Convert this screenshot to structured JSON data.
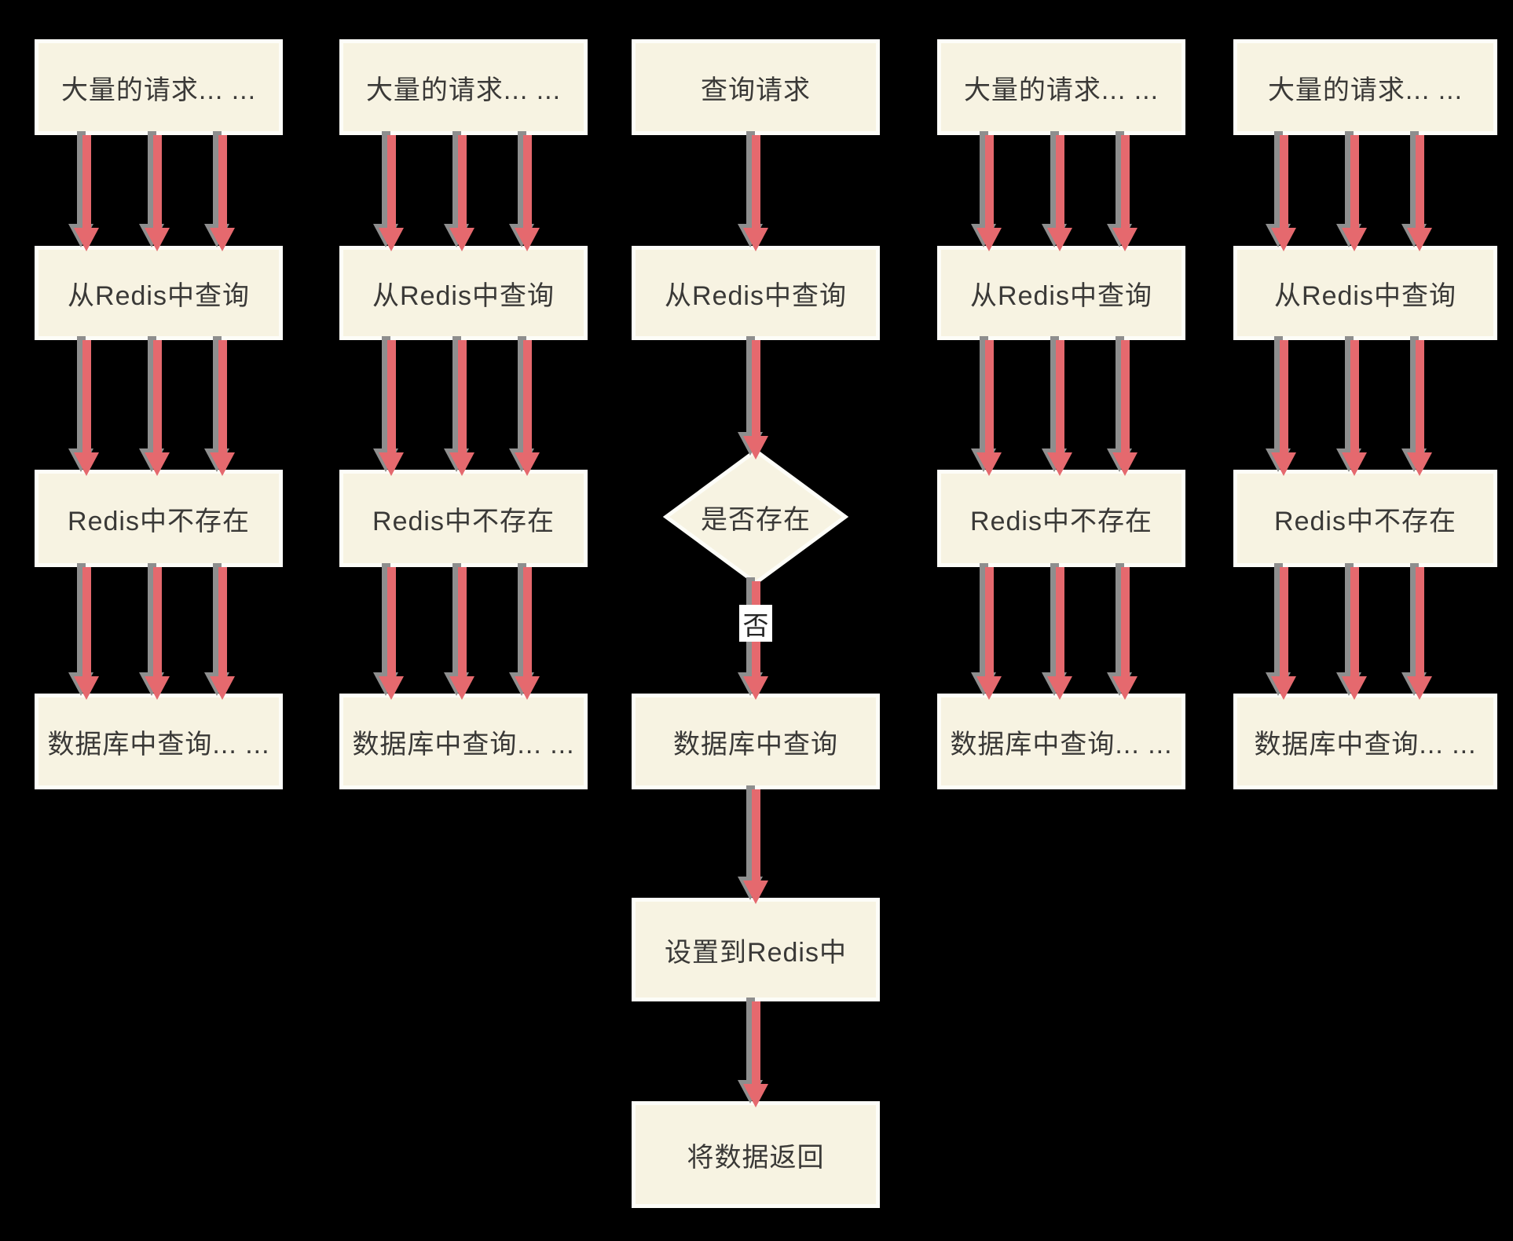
{
  "diagram": {
    "description": "Redis cache penetration flowchart",
    "colors": {
      "background": "#000000",
      "box_fill": "#F7F3E2",
      "box_border": "#FDFDF8",
      "arrow": "#E5696E",
      "arrow_shadow": "#8E8E8E",
      "text": "#3A3937"
    },
    "columns": [
      {
        "id": "flow-left-1",
        "nodes": [
          "大量的请求... ...",
          "从Redis中查询",
          "Redis中不存在",
          "数据库中查询... ..."
        ]
      },
      {
        "id": "flow-left-2",
        "nodes": [
          "大量的请求... ...",
          "从Redis中查询",
          "Redis中不存在",
          "数据库中查询... ..."
        ]
      },
      {
        "id": "flow-center",
        "nodes": [
          "查询请求",
          "从Redis中查询"
        ],
        "decision": "是否存在",
        "decision_branch_label": "否",
        "after_decision": [
          "数据库中查询",
          "设置到Redis中",
          "将数据返回"
        ]
      },
      {
        "id": "flow-right-1",
        "nodes": [
          "大量的请求... ...",
          "从Redis中查询",
          "Redis中不存在",
          "数据库中查询... ..."
        ]
      },
      {
        "id": "flow-right-2",
        "nodes": [
          "大量的请求... ...",
          "从Redis中查询",
          "Redis中不存在",
          "数据库中查询... ..."
        ]
      }
    ]
  }
}
